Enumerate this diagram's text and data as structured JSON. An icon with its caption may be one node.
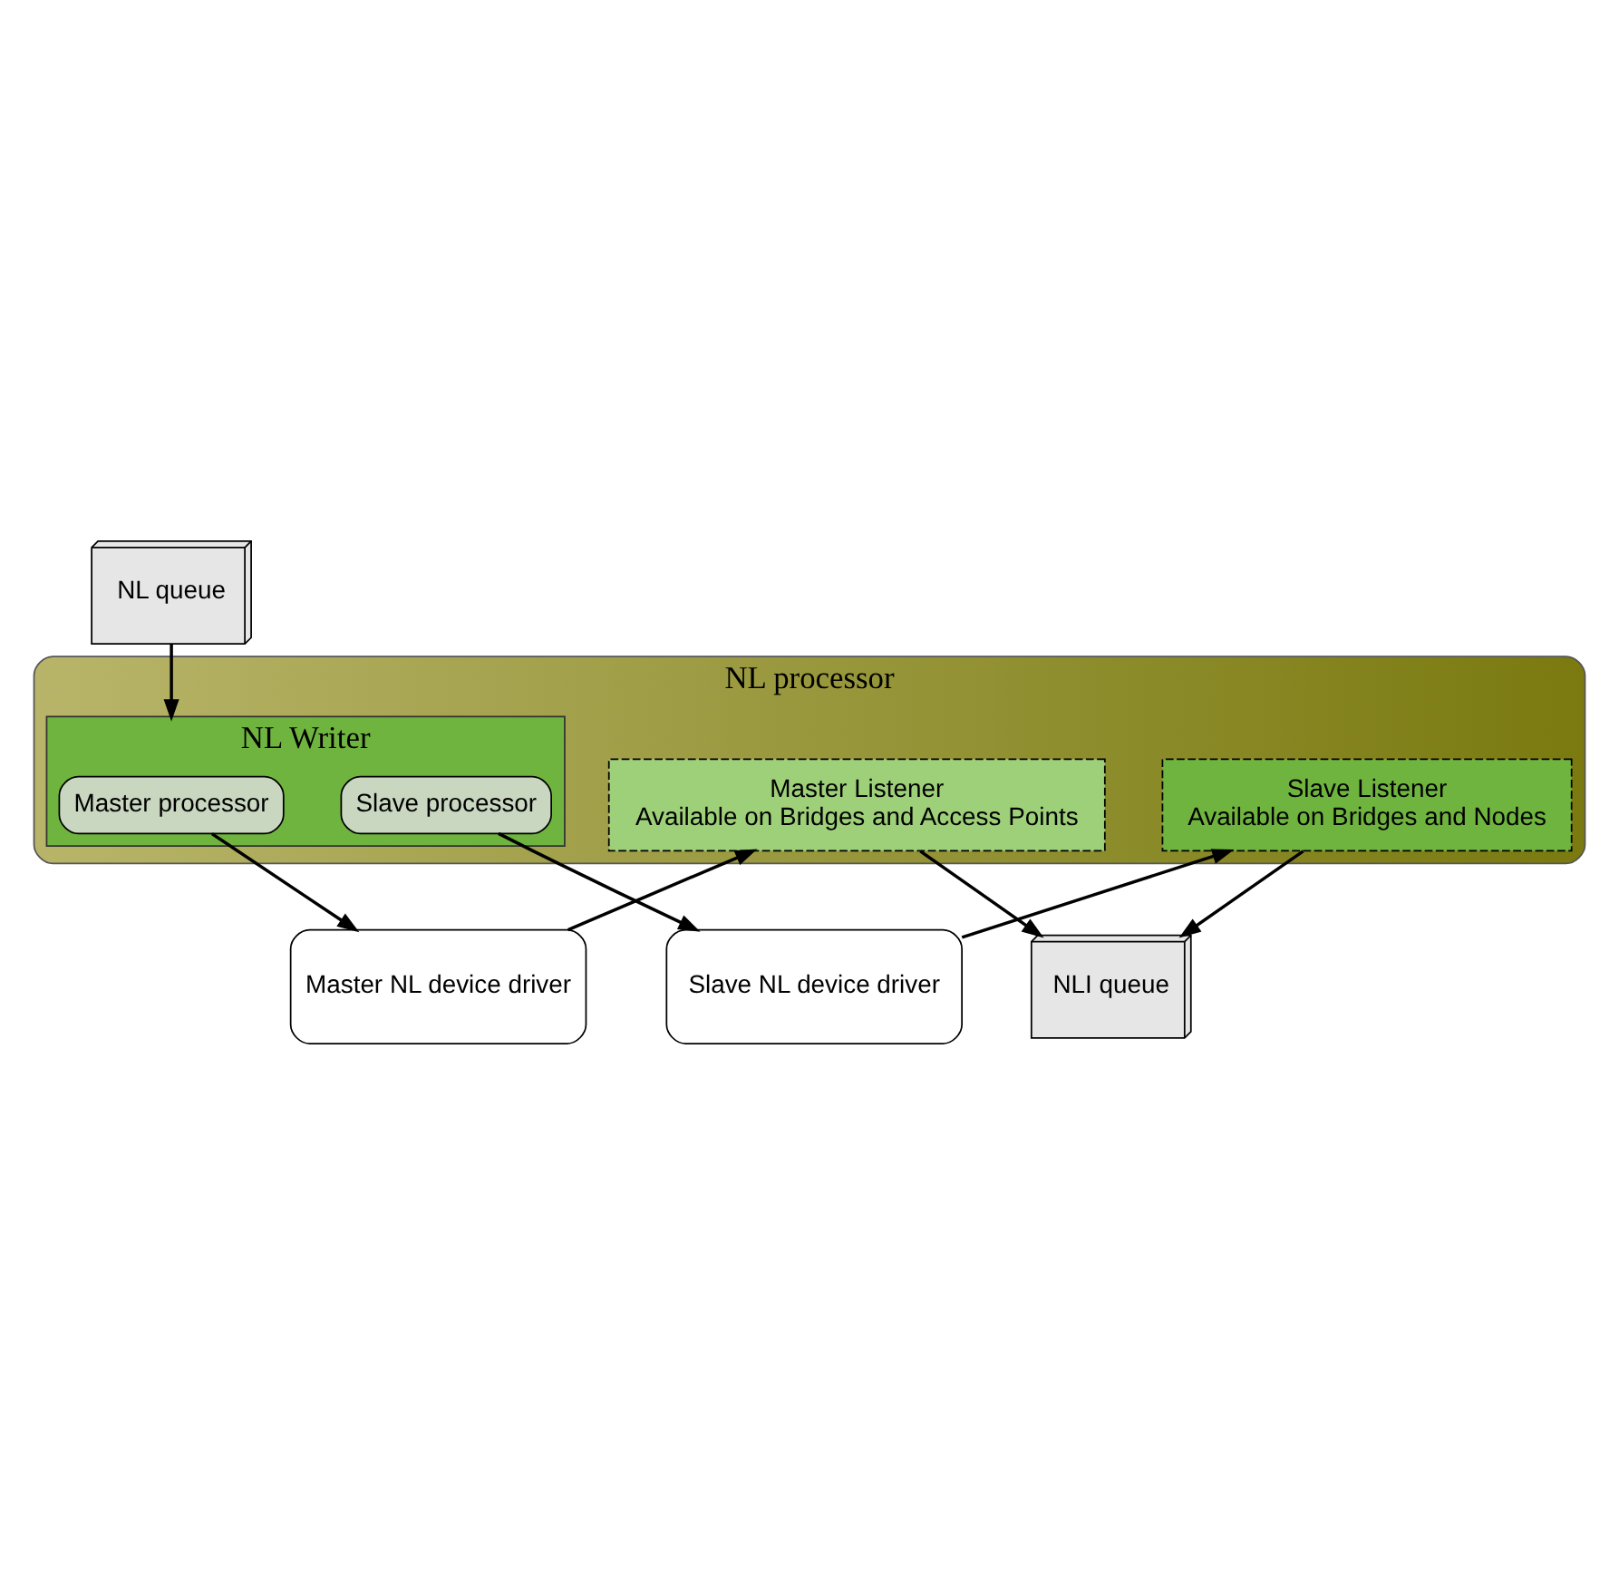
{
  "diagram": {
    "nodes": [
      {
        "text": [
          "NLI queue"
        ]
      },
      {
        "text": [
          "NL queue"
        ]
      },
      {
        "text": [
          "NL processor"
        ]
      },
      {
        "text": [
          "NL Writer"
        ],
        "in": 2
      },
      {
        "text": [
          "Master processor"
        ],
        "in": 3
      },
      {
        "text": [
          "Slave processor"
        ],
        "in": 3
      },
      {
        "text": [
          "Master Listener",
          "Available on Bridges and Access Points"
        ],
        "in": 2
      },
      {
        "text": [
          "Slave Listener",
          "Available on Bridges and Nodes"
        ],
        "in": 2
      },
      {
        "text": [
          "Master NL device driver"
        ]
      },
      {
        "text": [
          "Slave NL device driver"
        ]
      }
    ],
    "edges": [
      {
        "from": 6,
        "to": 0,
        "arrow": "to"
      },
      {
        "from": 7,
        "to": 0,
        "arrow": "to"
      },
      {
        "from": 1,
        "to": 3,
        "arrow": "to"
      },
      {
        "from": 4,
        "to": 8,
        "arrow": "to"
      },
      {
        "from": 5,
        "to": 9,
        "arrow": "to"
      },
      {
        "from": 8,
        "to": 6,
        "arrow": "to"
      },
      {
        "from": 9,
        "to": 7,
        "arrow": "to"
      }
    ]
  }
}
